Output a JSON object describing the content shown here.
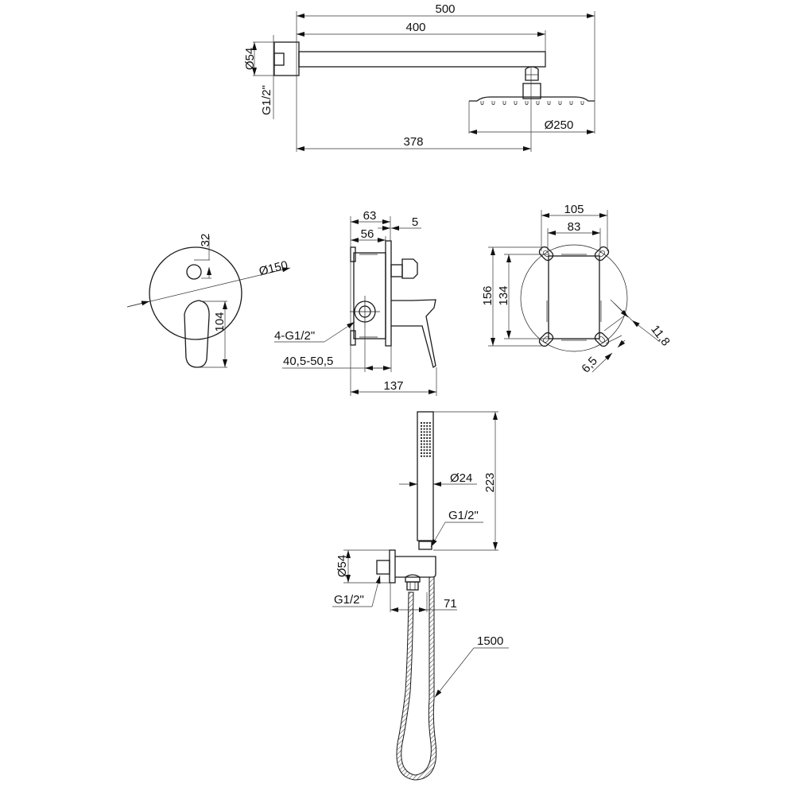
{
  "overhead_shower": {
    "dim_total_length": "500",
    "dim_arm_length": "400",
    "dim_flange_diameter": "Ø54",
    "dim_thread": "G1/2\"",
    "dim_head_diameter": "Ø250",
    "dim_head_center": "378"
  },
  "mixer_front": {
    "dim_knob": "32",
    "dim_plate_diameter": "Ø150",
    "dim_lever": "104"
  },
  "mixer_side": {
    "dim_box_depth": "63",
    "dim_plate": "5",
    "dim_body_depth": "56",
    "dim_ports": "4-G1/2\"",
    "dim_install_range": "40,5-50,5",
    "dim_total_depth": "137"
  },
  "mounting_box": {
    "dim_outer_width": "105",
    "dim_inner_width": "83",
    "dim_outer_height": "156",
    "dim_inner_height": "134",
    "dim_lug": "11,8",
    "dim_hole": "6,5"
  },
  "hand_shower": {
    "dim_length": "223",
    "dim_diameter": "Ø24",
    "dim_thread": "G1/2\"",
    "dim_bracket_diameter": "Ø54",
    "dim_bracket_thread": "G1/2\"",
    "dim_bracket_projection": "71",
    "dim_hose_length": "1500"
  }
}
